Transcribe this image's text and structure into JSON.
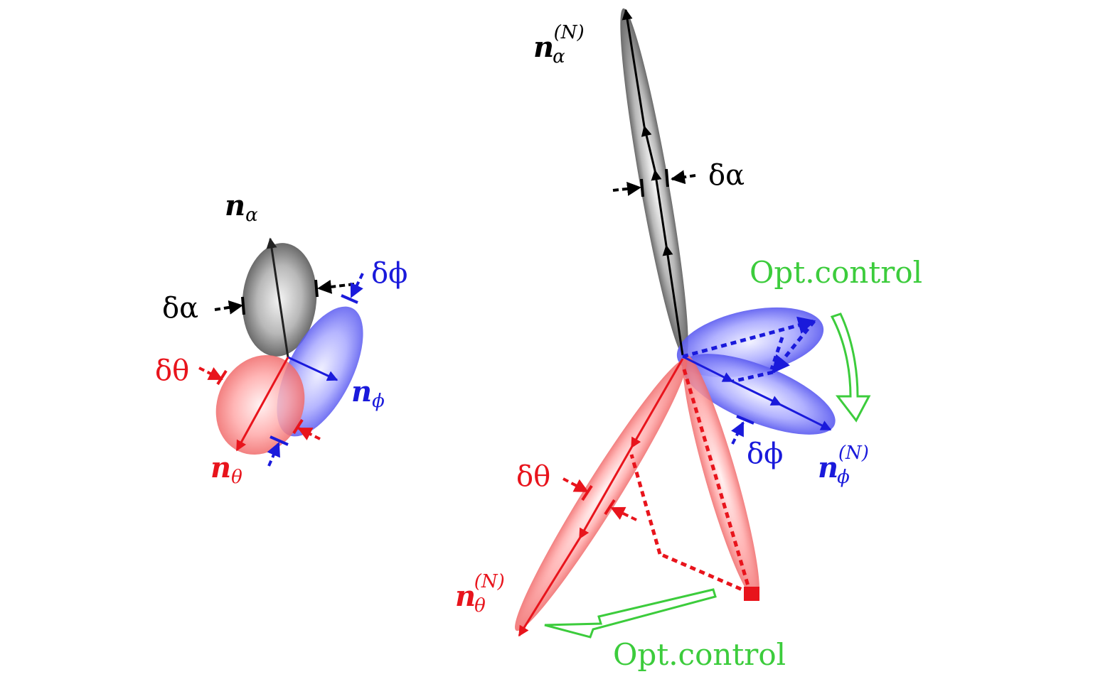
{
  "colors": {
    "alpha": "#000000",
    "phi": "#1a1adb",
    "theta": "#e8141c",
    "control": "#3ccc3c"
  },
  "left": {
    "n_alpha": {
      "base": "n",
      "sub": "α"
    },
    "n_phi": {
      "base": "n",
      "sub": "ϕ"
    },
    "n_theta": {
      "base": "n",
      "sub": "θ"
    },
    "d_alpha": "δα",
    "d_phi": "δϕ",
    "d_theta": "δθ"
  },
  "right": {
    "n_alpha": {
      "base": "n",
      "sub": "α",
      "sup": "(N)"
    },
    "n_phi": {
      "base": "n",
      "sub": "ϕ",
      "sup": "(N)"
    },
    "n_theta": {
      "base": "n",
      "sub": "θ",
      "sup": "(N)"
    },
    "d_alpha": "δα",
    "d_phi": "δϕ",
    "d_theta": "δθ",
    "opt_top": "Opt.control",
    "opt_bottom": "Opt.control"
  }
}
